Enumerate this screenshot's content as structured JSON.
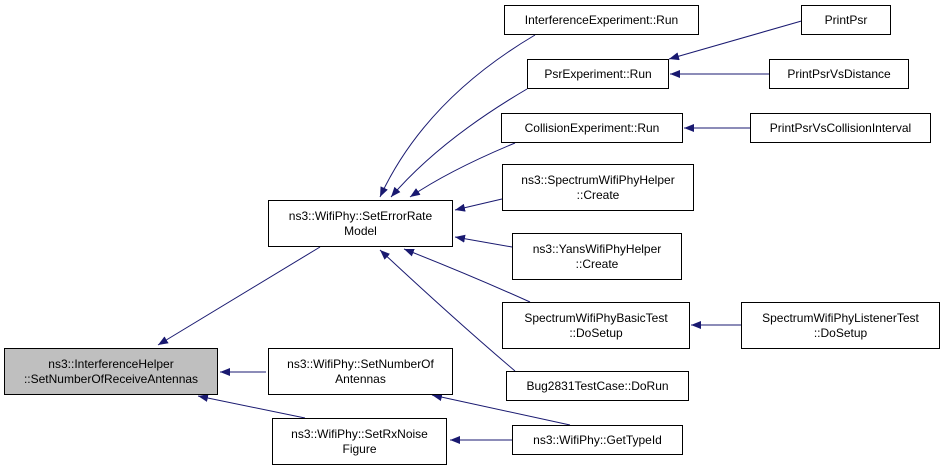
{
  "graph": {
    "edge_color": "#191970",
    "focus_fill": "#bfbfbf",
    "nodes": [
      {
        "id": "n0",
        "lines": [
          "ns3::InterferenceHelper",
          "::SetNumberOfReceiveAntennas"
        ],
        "focus": true
      },
      {
        "id": "n1",
        "lines": [
          "ns3::WifiPhy::SetErrorRate",
          "Model"
        ]
      },
      {
        "id": "n2",
        "lines": [
          "ns3::WifiPhy::SetNumberOf",
          "Antennas"
        ]
      },
      {
        "id": "n3",
        "lines": [
          "ns3::WifiPhy::SetRxNoise",
          "Figure"
        ]
      },
      {
        "id": "n4",
        "lines": [
          "InterferenceExperiment::Run"
        ]
      },
      {
        "id": "n5",
        "lines": [
          "PsrExperiment::Run"
        ]
      },
      {
        "id": "n6",
        "lines": [
          "CollisionExperiment::Run"
        ]
      },
      {
        "id": "n7",
        "lines": [
          "ns3::SpectrumWifiPhyHelper",
          "::Create"
        ]
      },
      {
        "id": "n8",
        "lines": [
          "ns3::YansWifiPhyHelper",
          "::Create"
        ]
      },
      {
        "id": "n9",
        "lines": [
          "SpectrumWifiPhyBasicTest",
          "::DoSetup"
        ]
      },
      {
        "id": "n10",
        "lines": [
          "Bug2831TestCase::DoRun"
        ]
      },
      {
        "id": "n11",
        "lines": [
          "ns3::WifiPhy::GetTypeId"
        ]
      },
      {
        "id": "n12",
        "lines": [
          "PrintPsr"
        ]
      },
      {
        "id": "n13",
        "lines": [
          "PrintPsrVsDistance"
        ]
      },
      {
        "id": "n14",
        "lines": [
          "PrintPsrVsCollisionInterval"
        ]
      },
      {
        "id": "n15",
        "lines": [
          "SpectrumWifiPhyListenerTest",
          "::DoSetup"
        ]
      }
    ],
    "edges": [
      {
        "from": "n1",
        "to": "n0"
      },
      {
        "from": "n2",
        "to": "n0"
      },
      {
        "from": "n3",
        "to": "n0"
      },
      {
        "from": "n4",
        "to": "n1"
      },
      {
        "from": "n5",
        "to": "n1"
      },
      {
        "from": "n6",
        "to": "n1"
      },
      {
        "from": "n7",
        "to": "n1"
      },
      {
        "from": "n8",
        "to": "n1"
      },
      {
        "from": "n9",
        "to": "n1"
      },
      {
        "from": "n10",
        "to": "n1"
      },
      {
        "from": "n11",
        "to": "n2"
      },
      {
        "from": "n11",
        "to": "n3"
      },
      {
        "from": "n12",
        "to": "n5"
      },
      {
        "from": "n13",
        "to": "n5"
      },
      {
        "from": "n14",
        "to": "n6"
      },
      {
        "from": "n15",
        "to": "n9"
      }
    ]
  }
}
